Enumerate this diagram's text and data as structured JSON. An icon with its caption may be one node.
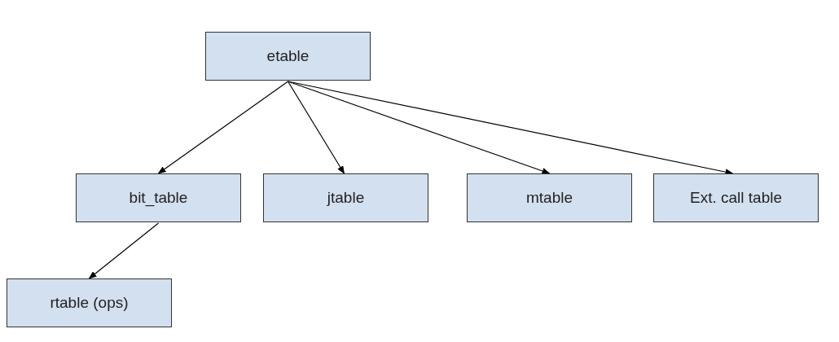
{
  "diagram": {
    "nodes": [
      {
        "text": [
          "etable"
        ]
      },
      {
        "text": [
          "bit_table"
        ]
      },
      {
        "text": [
          "jtable"
        ]
      },
      {
        "text": [
          "mtable"
        ]
      },
      {
        "text": [
          "Ext. call table"
        ]
      },
      {
        "text": [
          "rtable (ops)"
        ]
      }
    ],
    "edges": [
      {
        "from": 0,
        "to": 1,
        "arrow": "to"
      },
      {
        "from": 0,
        "to": 2,
        "arrow": "to"
      },
      {
        "from": 0,
        "to": 3,
        "arrow": "to"
      },
      {
        "from": 0,
        "to": 4,
        "arrow": "to"
      },
      {
        "from": 1,
        "to": 5,
        "arrow": "to"
      }
    ]
  }
}
